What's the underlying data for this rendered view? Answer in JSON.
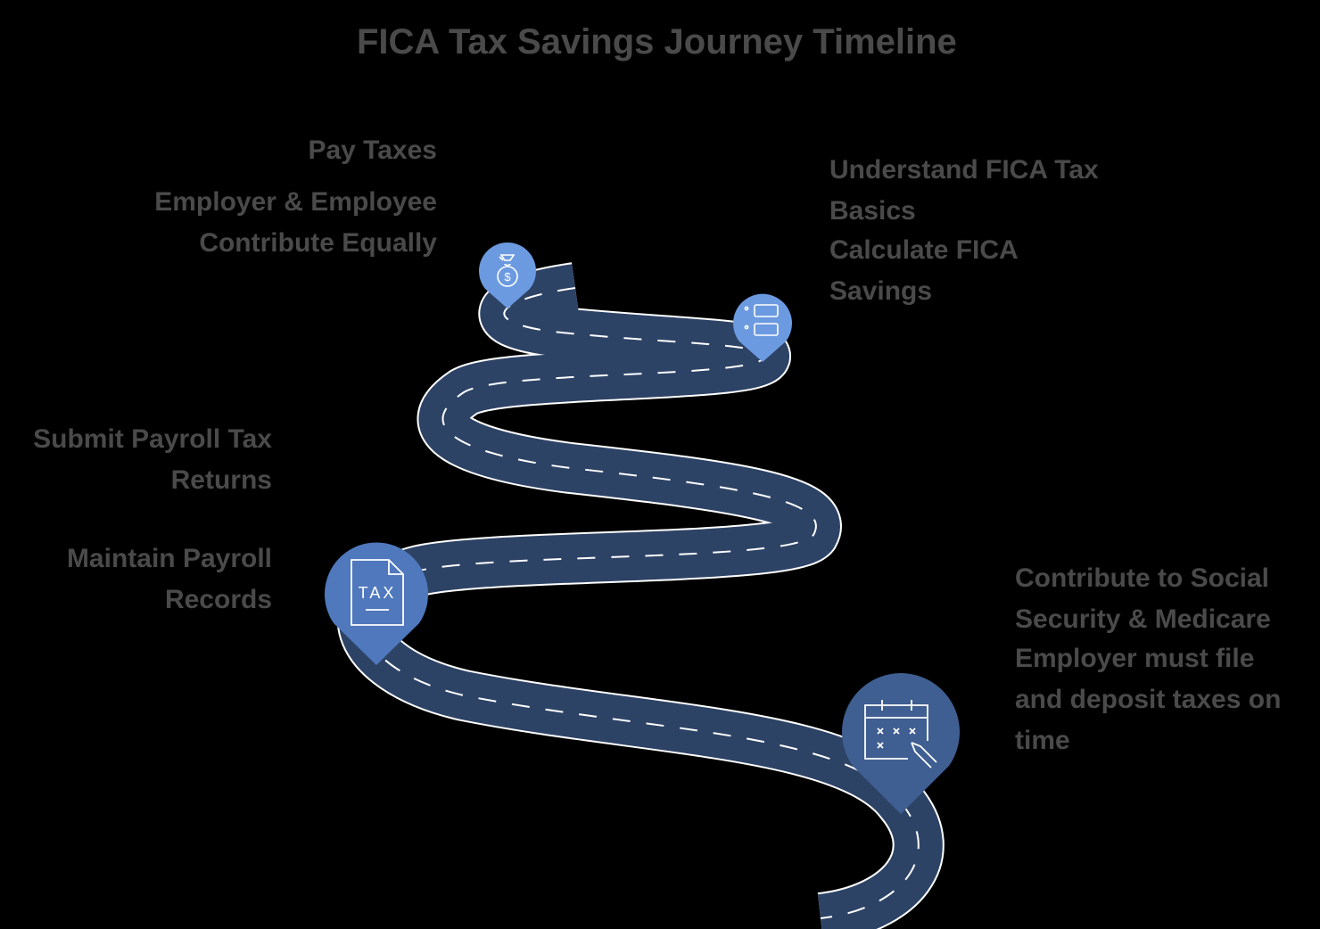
{
  "title": "FICA Tax Savings Journey Timeline",
  "colors": {
    "road": "#2d4366",
    "road_edge": "#ffffff",
    "lane_marking": "#ffffff",
    "pin_light": "#6c9ae0",
    "pin_medium": "#4f78bd",
    "pin_dark": "#3f5e91",
    "text": "#4a4a4a",
    "background": "#000000"
  },
  "milestones": [
    {
      "icon": "money-bag-icon",
      "heading": "Pay Taxes",
      "description_line1": "Employer & Employee",
      "description_line2": "Contribute Equally"
    },
    {
      "icon": "server-stack-icon",
      "heading_line1": "Understand FICA Tax",
      "heading_line2": "Basics",
      "description_line1": "Calculate FICA",
      "description_line2": "Savings"
    },
    {
      "icon": "none",
      "heading_line1": "Submit Payroll Tax",
      "heading_line2": "Returns"
    },
    {
      "icon": "tax-document-icon",
      "heading_line1": "Maintain Payroll",
      "heading_line2": "Records"
    },
    {
      "icon": "calendar-schedule-icon",
      "heading_line1": "Contribute to Social",
      "heading_line2": "Security & Medicare",
      "description_line1": "Employer must file",
      "description_line2": "and deposit taxes on",
      "description_line3": "time"
    }
  ],
  "icon_texts": {
    "tax_doc": "TAX",
    "money_symbol": "$"
  }
}
